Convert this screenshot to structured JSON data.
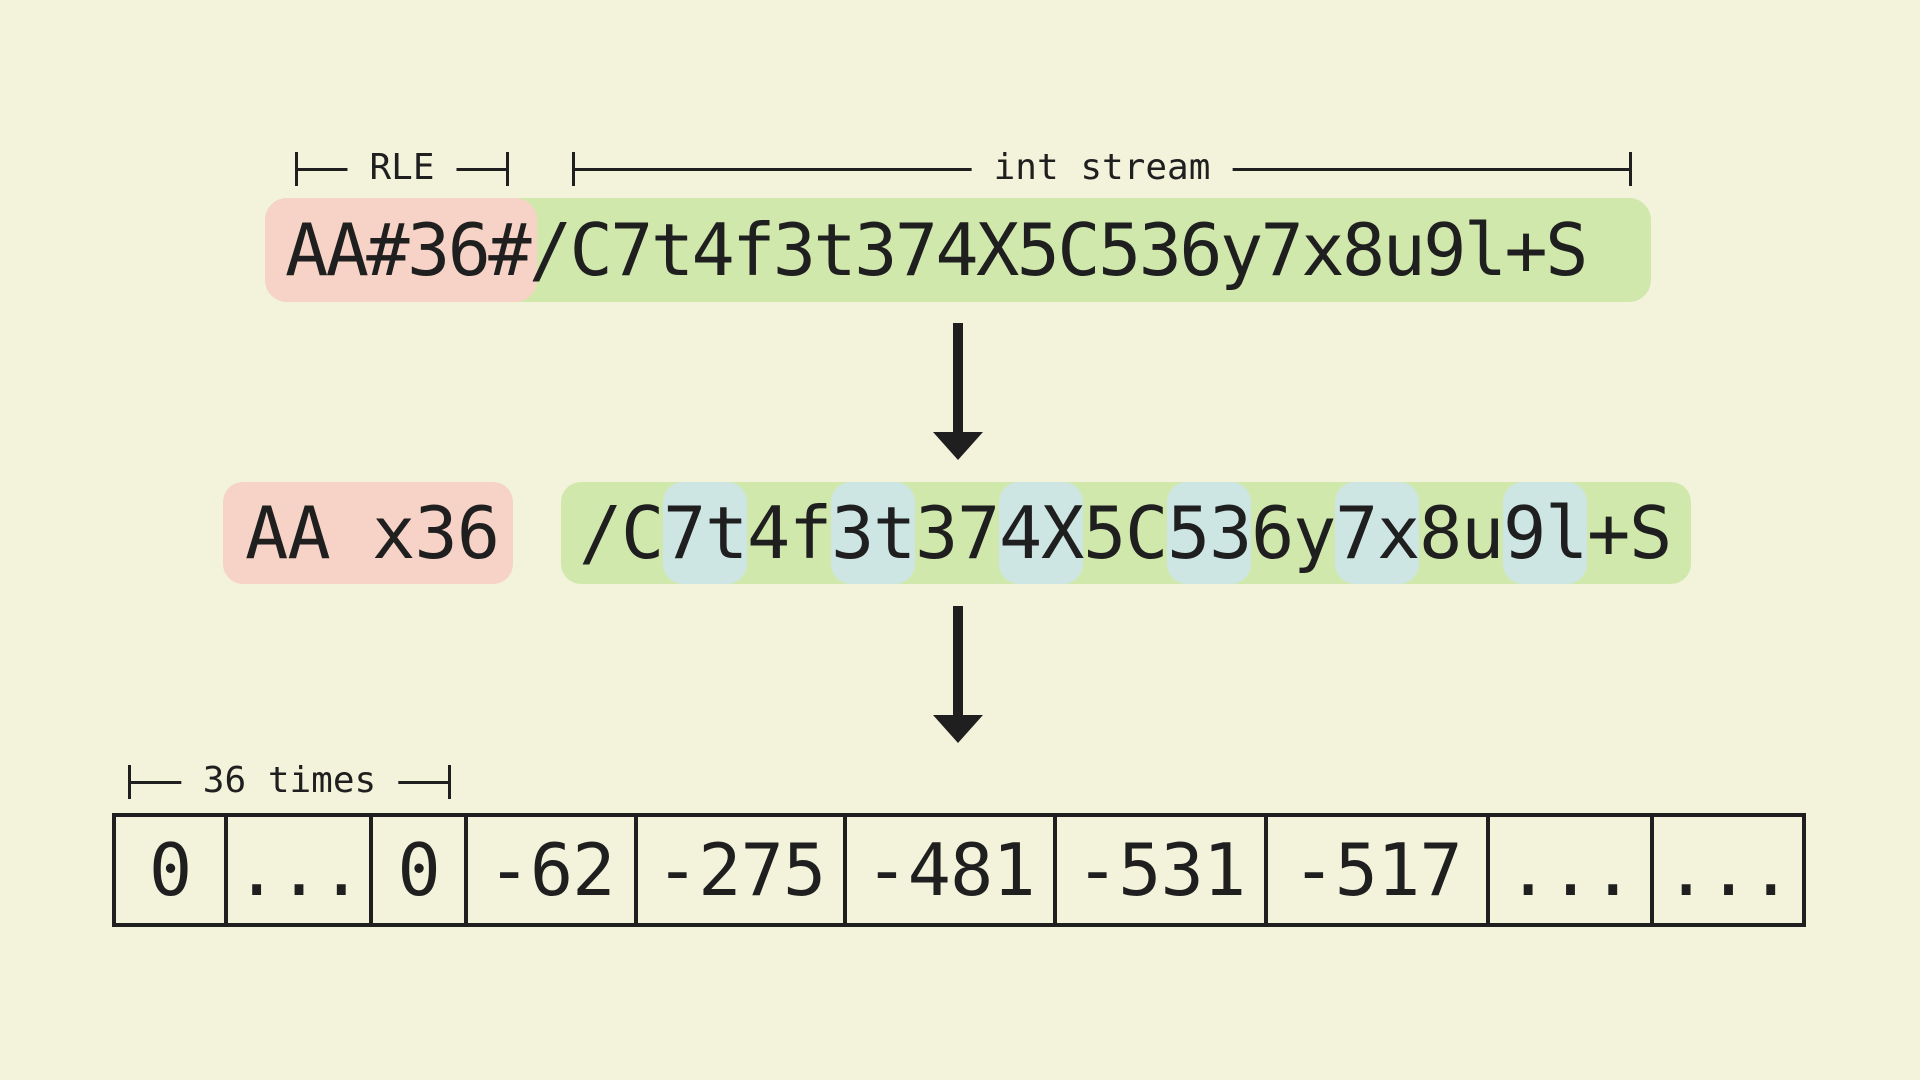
{
  "brackets": {
    "rle": "RLE",
    "int_stream": "int stream",
    "times": "36 times"
  },
  "encoded_string": {
    "rle_part": "AA#36#",
    "stream_part": "/C7t4f3t374X5C536y7x8u9l+S"
  },
  "decoded": {
    "rle": "AA x36",
    "stream_chars": [
      "/",
      "C",
      "7",
      "t",
      "4",
      "f",
      "3",
      "t",
      "3",
      "7",
      "4",
      "X",
      "5",
      "C",
      "5",
      "3",
      "6",
      "y",
      "7",
      "x",
      "8",
      "u",
      "9",
      "l",
      "+",
      "S"
    ],
    "highlight_pairs_start_indices": [
      2,
      6,
      10,
      14,
      18,
      22
    ]
  },
  "colors": {
    "background": "#f3f3dc",
    "rle_highlight": "#f6d3c6",
    "stream_highlight": "#d0e8ac",
    "pair_highlight": "#cde6e3",
    "ink": "#1f1f1f"
  },
  "values_table": [
    "0",
    "...",
    "0",
    "-62",
    "-275",
    "-481",
    "-531",
    "-517",
    "...",
    "..."
  ]
}
